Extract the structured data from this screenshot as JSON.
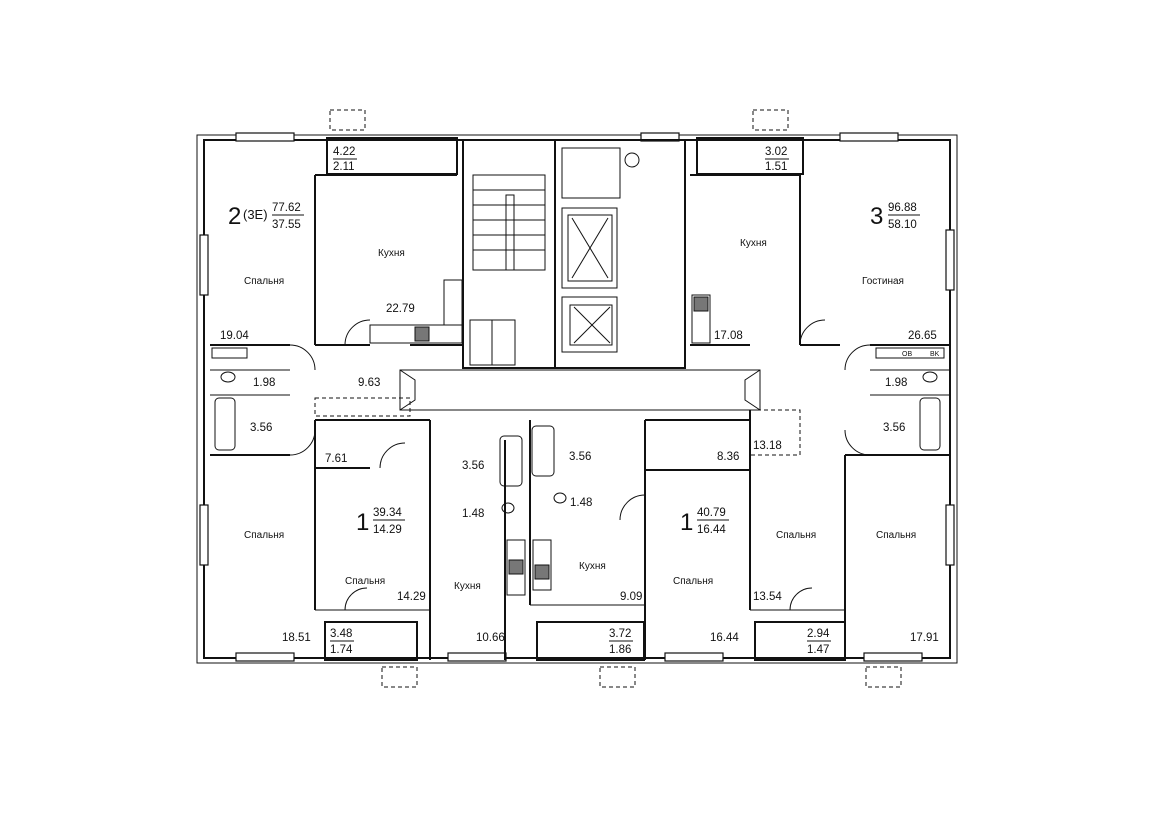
{
  "apartments": {
    "a2": {
      "rooms": "2",
      "suffix": "(3E)",
      "total": "77.62",
      "living": "37.55"
    },
    "a3": {
      "rooms": "3",
      "total": "96.88",
      "living": "58.10"
    },
    "a1_left": {
      "rooms": "1",
      "total": "39.34",
      "living": "14.29"
    },
    "a1_right": {
      "rooms": "1",
      "total": "40.79",
      "living": "16.44"
    }
  },
  "room_labels": {
    "bedroom": "Спальня",
    "kitchen": "Кухня",
    "living_room": "Гостиная"
  },
  "areas": {
    "balcony_tl_a": "4.22",
    "balcony_tl_b": "2.11",
    "balcony_tr_a": "3.02",
    "balcony_tr_b": "1.51",
    "bed_tl": "19.04",
    "kitchen_tl": "22.79",
    "wc_l": "1.98",
    "bath_l": "3.56",
    "hall_l": "9.63",
    "kitchen_tr": "17.08",
    "living_tr": "26.65",
    "wc_r": "1.98",
    "bath_r": "3.56",
    "hall_r": "13.18",
    "hall_1l": "7.61",
    "bath_c1": "3.56",
    "bath_c2": "3.56",
    "wc_c1": "1.48",
    "wc_c2": "1.48",
    "hall_1r": "8.36",
    "bed_bl": "18.51",
    "bed_1l": "14.29",
    "kitchen_1l": "10.66",
    "kitchen_1r": "9.09",
    "bed_1r": "16.44",
    "bed_br1": "13.54",
    "bed_br2": "17.91",
    "balcony_bl_a": "3.48",
    "balcony_bl_b": "1.74",
    "balcony_bc_a": "3.72",
    "balcony_bc_b": "1.86",
    "balcony_br_a": "2.94",
    "balcony_br_b": "1.47"
  },
  "shaft_marks": {
    "left": "OB",
    "right": "BK"
  }
}
